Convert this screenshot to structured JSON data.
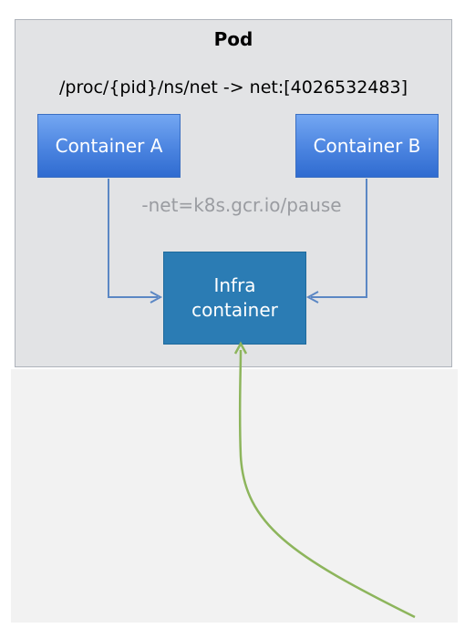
{
  "pod": {
    "title": "Pod",
    "netns_path": "/proc/{pid}/ns/net -> net:[4026532483]",
    "net_flag": "-net=k8s.gcr.io/pause"
  },
  "containers": [
    {
      "label": "Container A"
    },
    {
      "label": "Container B"
    }
  ],
  "infra": {
    "line1": "Infra",
    "line2": "container"
  },
  "colors": {
    "pod_background": "#e2e3e5",
    "container_blue": "#4b84e0",
    "infra_blue": "#2b7cb4",
    "arrow_blue": "#5b87c4",
    "arrow_green": "#8db55c",
    "flag_gray": "#9a9ca1"
  }
}
